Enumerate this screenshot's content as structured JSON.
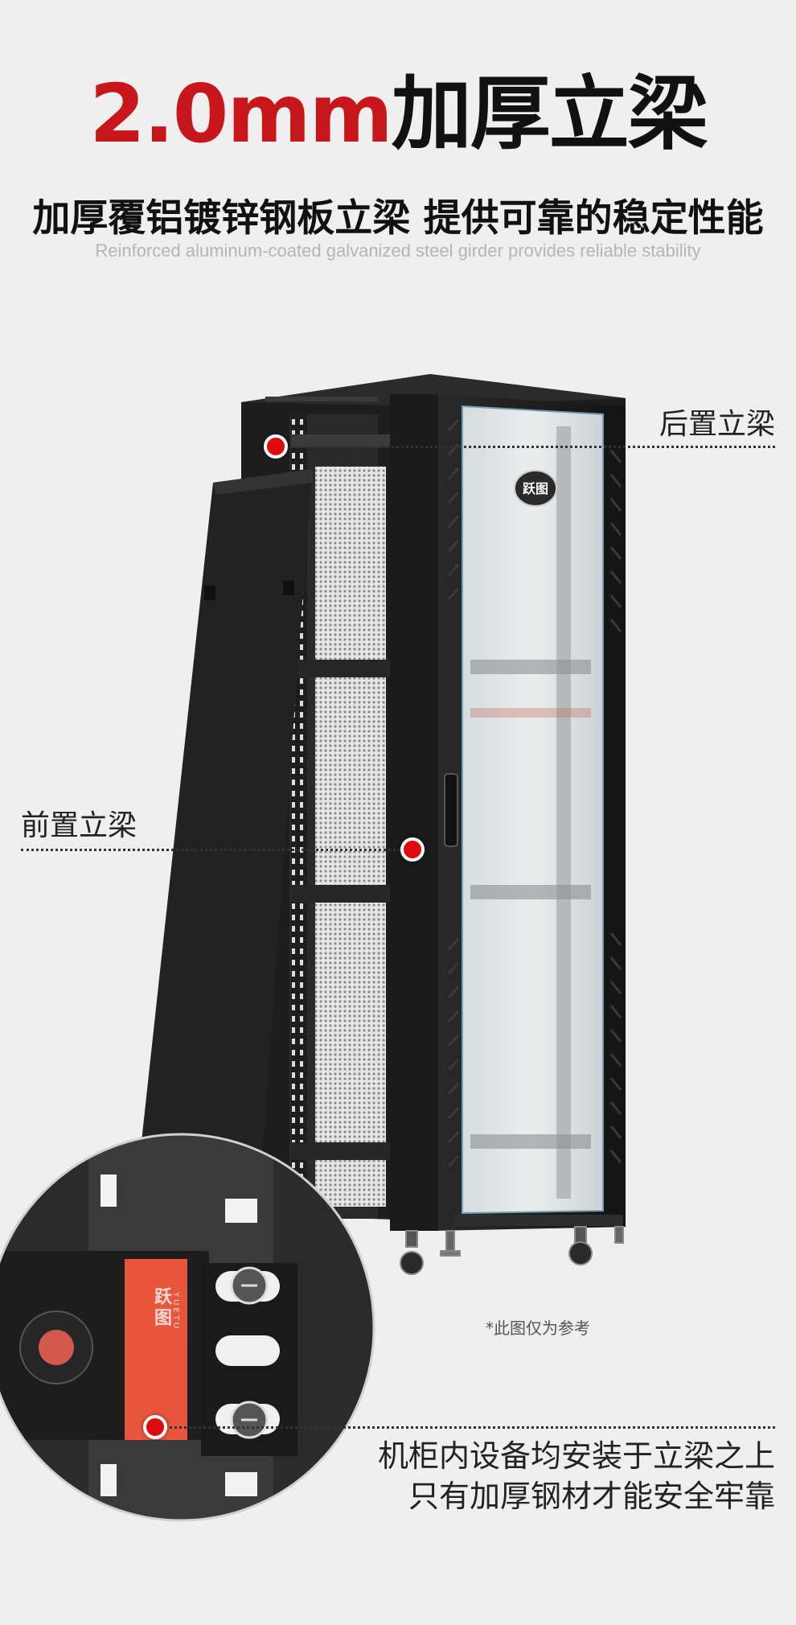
{
  "header": {
    "title_red": "2.0mm",
    "title_black": "加厚立梁",
    "subtitle": "加厚覆铝镀锌钢板立梁 提供可靠的稳定性能",
    "subtitle_en": "Reinforced aluminum-coated galvanized steel girder provides reliable stability"
  },
  "callouts": {
    "rear": "后置立梁",
    "front": "前置立梁"
  },
  "cabinet": {
    "brand_badge": "跃图"
  },
  "zoom": {
    "brand_cn": "跃图",
    "brand_en": "YUETU"
  },
  "note": "*此图仅为参考",
  "bottom": {
    "line1": "机柜内设备均安装于立梁之上",
    "line2": "只有加厚钢材才能安全牢靠"
  },
  "colors": {
    "background": "#efefef",
    "accent_red": "#c8161d",
    "dot_red": "#e10a0a",
    "girder_red": "#e8553c",
    "cabinet_black": "#1c1c1c"
  }
}
